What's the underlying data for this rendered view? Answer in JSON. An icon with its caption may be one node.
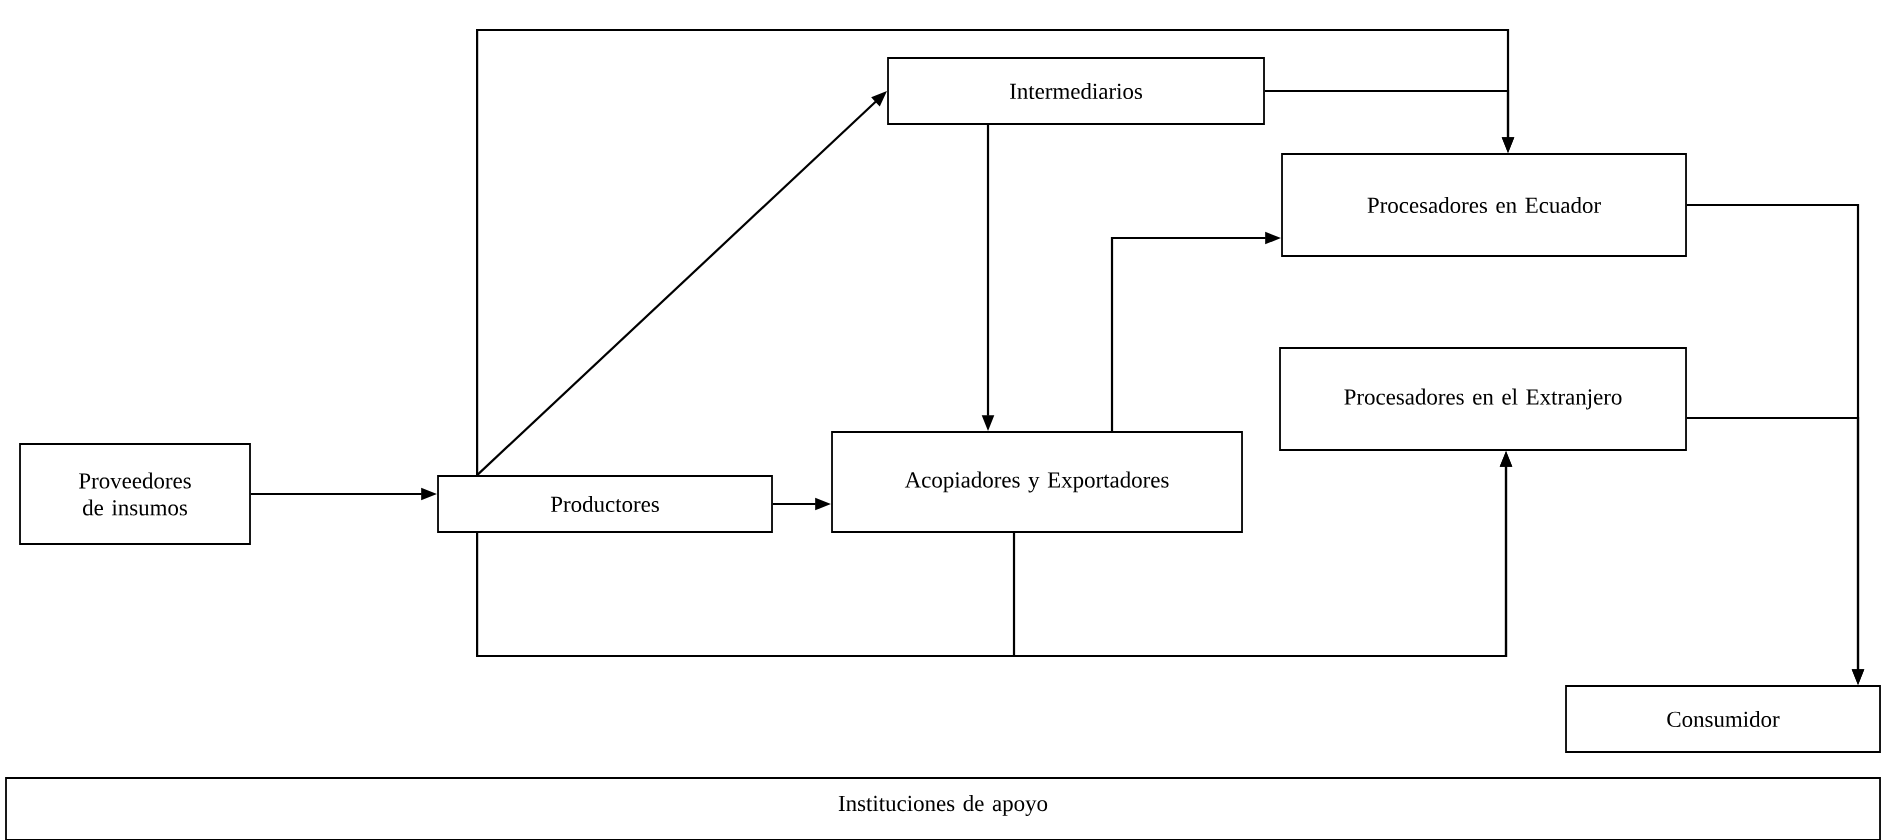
{
  "diagram": {
    "nodes": [
      {
        "text": [
          "Proveedores de insumos"
        ]
      },
      {
        "text": [
          "Productores"
        ]
      },
      {
        "text": [
          "Intermediarios"
        ]
      },
      {
        "text": [
          "Acopiadores y Exportadores"
        ]
      },
      {
        "text": [
          "Procesadores en Ecuador"
        ]
      },
      {
        "text": [
          "Procesadores en el Extranjero"
        ]
      },
      {
        "text": [
          "Consumidor"
        ]
      },
      {
        "text": [
          "Instituciones de apoyo"
        ]
      }
    ],
    "edges": [
      {
        "from": 0,
        "to": 1,
        "arrow": "to"
      },
      {
        "from": 1,
        "to": 2,
        "arrow": "to"
      },
      {
        "from": 1,
        "to": 3,
        "arrow": "to"
      },
      {
        "from": 2,
        "to": 3,
        "arrow": "to"
      },
      {
        "from": 2,
        "to": 4,
        "arrow": "to"
      },
      {
        "from": 1,
        "to": 4,
        "arrow": "to"
      },
      {
        "from": 3,
        "to": 4,
        "arrow": "to"
      },
      {
        "from": 1,
        "to": 5,
        "arrow": "to"
      },
      {
        "from": 3,
        "to": 5,
        "arrow": "to"
      },
      {
        "from": 4,
        "to": 6,
        "arrow": "to"
      },
      {
        "from": 5,
        "to": 6,
        "arrow": "to"
      }
    ]
  }
}
